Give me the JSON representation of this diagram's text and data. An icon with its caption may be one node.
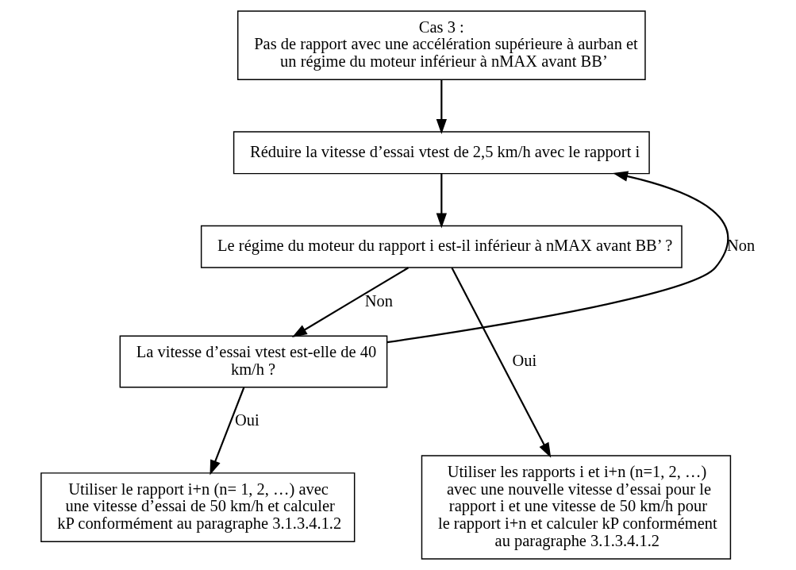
{
  "diagram": {
    "nodes": [
      {
        "text": [
          "Cas 3 :",
          "Pas de rapport avec une accélération supérieure à aurban et un régime du moteur inférieur à nMAX avant BB’"
        ]
      },
      {
        "text": [
          "Réduire la vitesse d’essai vtest de 2,5 km/h avec le rapport i"
        ]
      },
      {
        "text": [
          "Le régime du moteur du rapport i est-il inférieur à nMAX avant BB’ ?"
        ]
      },
      {
        "text": [
          "La vitesse d’essai vtest est-elle de 40 km/h ?"
        ]
      },
      {
        "text": [
          "Utiliser le rapport i+n (n= 1, 2, …) avec une vitesse d’essai de 50 km/h et calculer kP conformément au paragraphe 3.1.3.4.1.2"
        ]
      },
      {
        "text": [
          "Utiliser les rapports i et i+n (n=1, 2, …) avec une nouvelle vitesse d’essai pour le rapport i et une vitesse de 50 km/h pour le rapport i+n et calculer kP conformément au paragraphe 3.1.3.4.1.2"
        ]
      }
    ],
    "edges": [
      {
        "from": 0,
        "to": 1,
        "arrow": "to"
      },
      {
        "from": 1,
        "to": 2,
        "arrow": "to"
      },
      {
        "from": 2,
        "to": 3,
        "arrow": "to",
        "label": "Non"
      },
      {
        "from": 3,
        "to": 1,
        "arrow": "to",
        "label": "Non"
      },
      {
        "from": 3,
        "to": 4,
        "arrow": "to",
        "label": "Oui"
      },
      {
        "from": 2,
        "to": 5,
        "arrow": "to",
        "label": "Oui"
      }
    ]
  }
}
